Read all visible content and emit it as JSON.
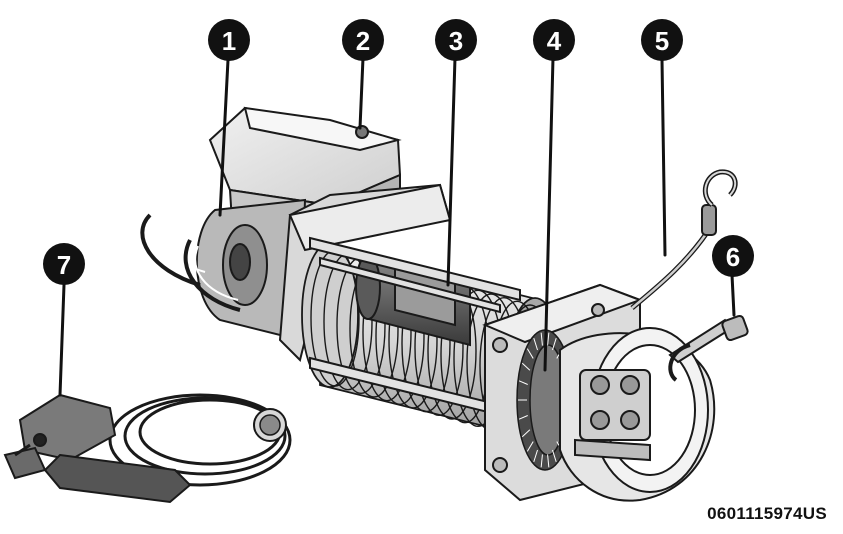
{
  "callouts": [
    {
      "id": "1",
      "label": "1"
    },
    {
      "id": "2",
      "label": "2"
    },
    {
      "id": "3",
      "label": "3"
    },
    {
      "id": "4",
      "label": "4"
    },
    {
      "id": "5",
      "label": "5"
    },
    {
      "id": "6",
      "label": "6"
    },
    {
      "id": "7",
      "label": "7"
    }
  ],
  "part_code": "0601115974US",
  "colors": {
    "callout_fill": "#111111",
    "callout_text": "#ffffff",
    "line": "#1a1a1a",
    "metal_light": "#e9e9e9",
    "metal_mid": "#bdbdbd",
    "metal_dark": "#6e6e6e"
  }
}
